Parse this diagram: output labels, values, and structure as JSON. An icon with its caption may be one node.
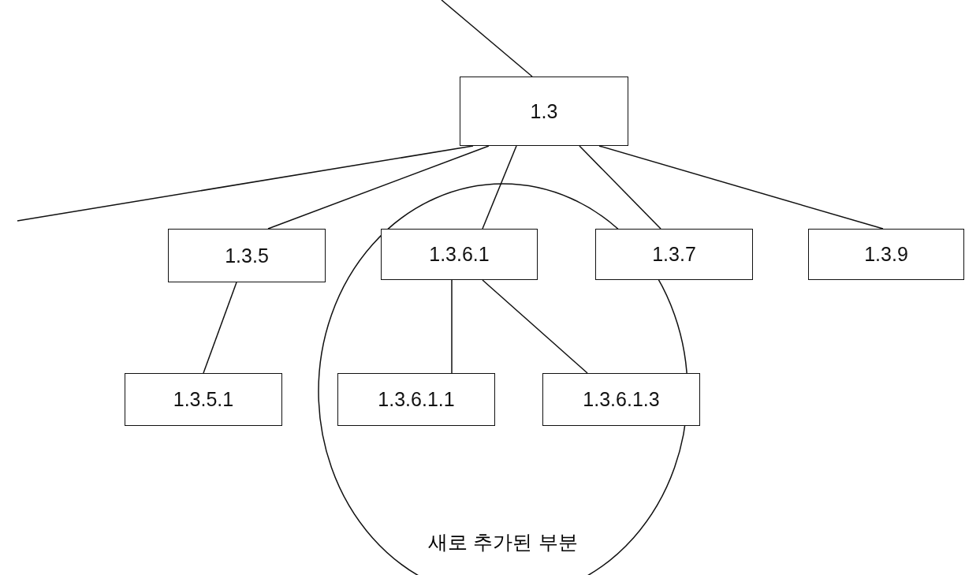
{
  "diagram": {
    "nodes": [
      {
        "text": [
          "1.3"
        ]
      },
      {
        "text": [
          "1.3.5"
        ]
      },
      {
        "text": [
          "1.3.6.1"
        ],
        "in": 8
      },
      {
        "text": [
          "1.3.7"
        ]
      },
      {
        "text": [
          "1.3.9"
        ]
      },
      {
        "text": [
          "1.3.5.1"
        ]
      },
      {
        "text": [
          "1.3.6.1.1"
        ],
        "in": 8
      },
      {
        "text": [
          "1.3.6.1.3"
        ]
      },
      {
        "text": [
          "새로 추가된 부분"
        ]
      }
    ],
    "edges": [
      {
        "from": null,
        "to": 0,
        "arrow": "none"
      },
      {
        "from": 0,
        "to": null,
        "arrow": "none"
      },
      {
        "from": 0,
        "to": 1,
        "arrow": "none"
      },
      {
        "from": 0,
        "to": 2,
        "arrow": "none"
      },
      {
        "from": 0,
        "to": 3,
        "arrow": "none"
      },
      {
        "from": 0,
        "to": 4,
        "arrow": "none"
      },
      {
        "from": 1,
        "to": 5,
        "arrow": "none"
      },
      {
        "from": 2,
        "to": 6,
        "arrow": "none"
      },
      {
        "from": 2,
        "to": 7,
        "arrow": "none"
      }
    ]
  }
}
